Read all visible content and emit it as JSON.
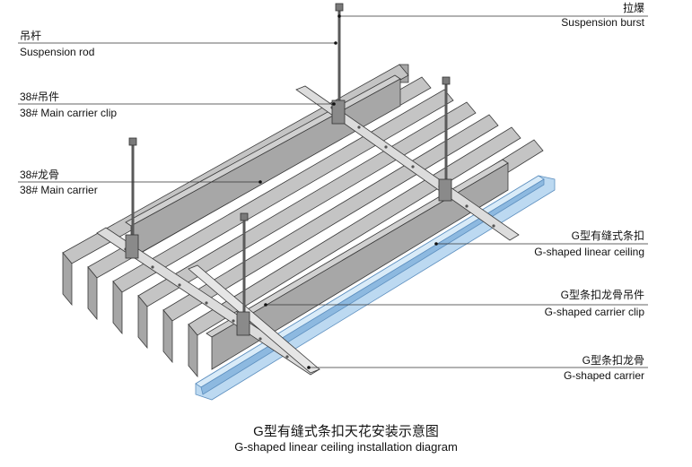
{
  "labels": {
    "suspension_burst": {
      "zh": "拉爆",
      "en": "Suspension burst"
    },
    "suspension_rod": {
      "zh": "吊杆",
      "en": "Suspension rod"
    },
    "main_carrier_clip": {
      "zh": "38#吊件",
      "en": "38# Main carrier clip"
    },
    "main_carrier": {
      "zh": "38#龙骨",
      "en": "38# Main carrier"
    },
    "linear_ceiling": {
      "zh": "G型有缝式条扣",
      "en": "G-shaped linear ceiling"
    },
    "carrier_clip": {
      "zh": "G型条扣龙骨吊件",
      "en": "G-shaped carrier clip"
    },
    "carrier": {
      "zh": "G型条扣龙骨",
      "en": "G-shaped carrier"
    }
  },
  "title": {
    "zh": "G型有缝式条扣天花安装示意图",
    "en": "G-shaped linear ceiling installation diagram"
  },
  "colors": {
    "panel_top": "#c4c4c4",
    "panel_side": "#a6a6a6",
    "carrier_blue": "#bcd9f1",
    "carrier_blue_edge": "#7fb0dc",
    "main_carrier": "#a7a7a7",
    "clip": "#d8d8d8",
    "rod": "#6c6c6c",
    "line": "#3a3a3a"
  }
}
